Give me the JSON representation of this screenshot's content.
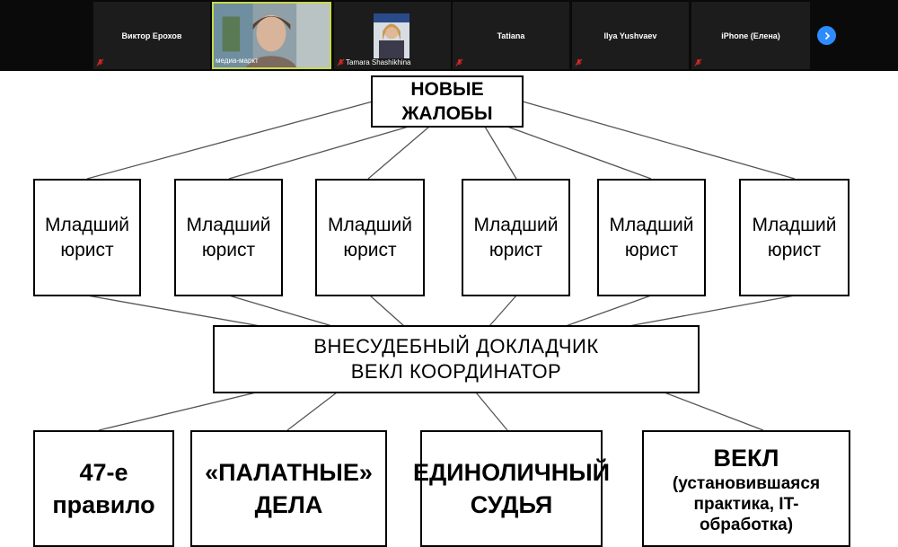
{
  "meeting": {
    "participants": [
      {
        "name": "Виктор Ерохов",
        "label": ""
      },
      {
        "name": "",
        "label": "медиа-маркт"
      },
      {
        "name": "",
        "label": "Tamara Shashikhina"
      },
      {
        "name": "Tatiana",
        "label": ""
      },
      {
        "name": "Ilya Yushvaev",
        "label": ""
      },
      {
        "name": "iPhone (Елена)",
        "label": ""
      }
    ]
  },
  "slide": {
    "top_box": "НОВЫЕ\nЖАЛОБЫ",
    "junior_boxes": [
      "Младший\nюрист",
      "Младший\nюрист",
      "Младший\nюрист",
      "Младший\nюрист",
      "Младший\nюрист",
      "Младший\nюрист"
    ],
    "middle_box": "ВНЕСУДЕБНЫЙ ДОКЛАДЧИК\nВЕКЛ КООРДИНАТОР",
    "bottom_boxes": {
      "rule47": "47-е\nправило",
      "chamber": "«ПАЛАТНЫЕ»\nДЕЛА",
      "single": "ЕДИНОЛИЧНЫЙ\nСУДЬЯ",
      "vekl_title": "ВЕКЛ",
      "vekl_sub": "(установившаяся\nпрактика, IT-\nобработка)"
    }
  },
  "colors": {
    "topbar": "#0a0a0a",
    "tile": "#1c1c1c",
    "mute": "#e02828",
    "accent": "#2d8cff"
  },
  "icons": {
    "mute": "microphone-muted-icon",
    "next": "chevron-right-icon"
  }
}
